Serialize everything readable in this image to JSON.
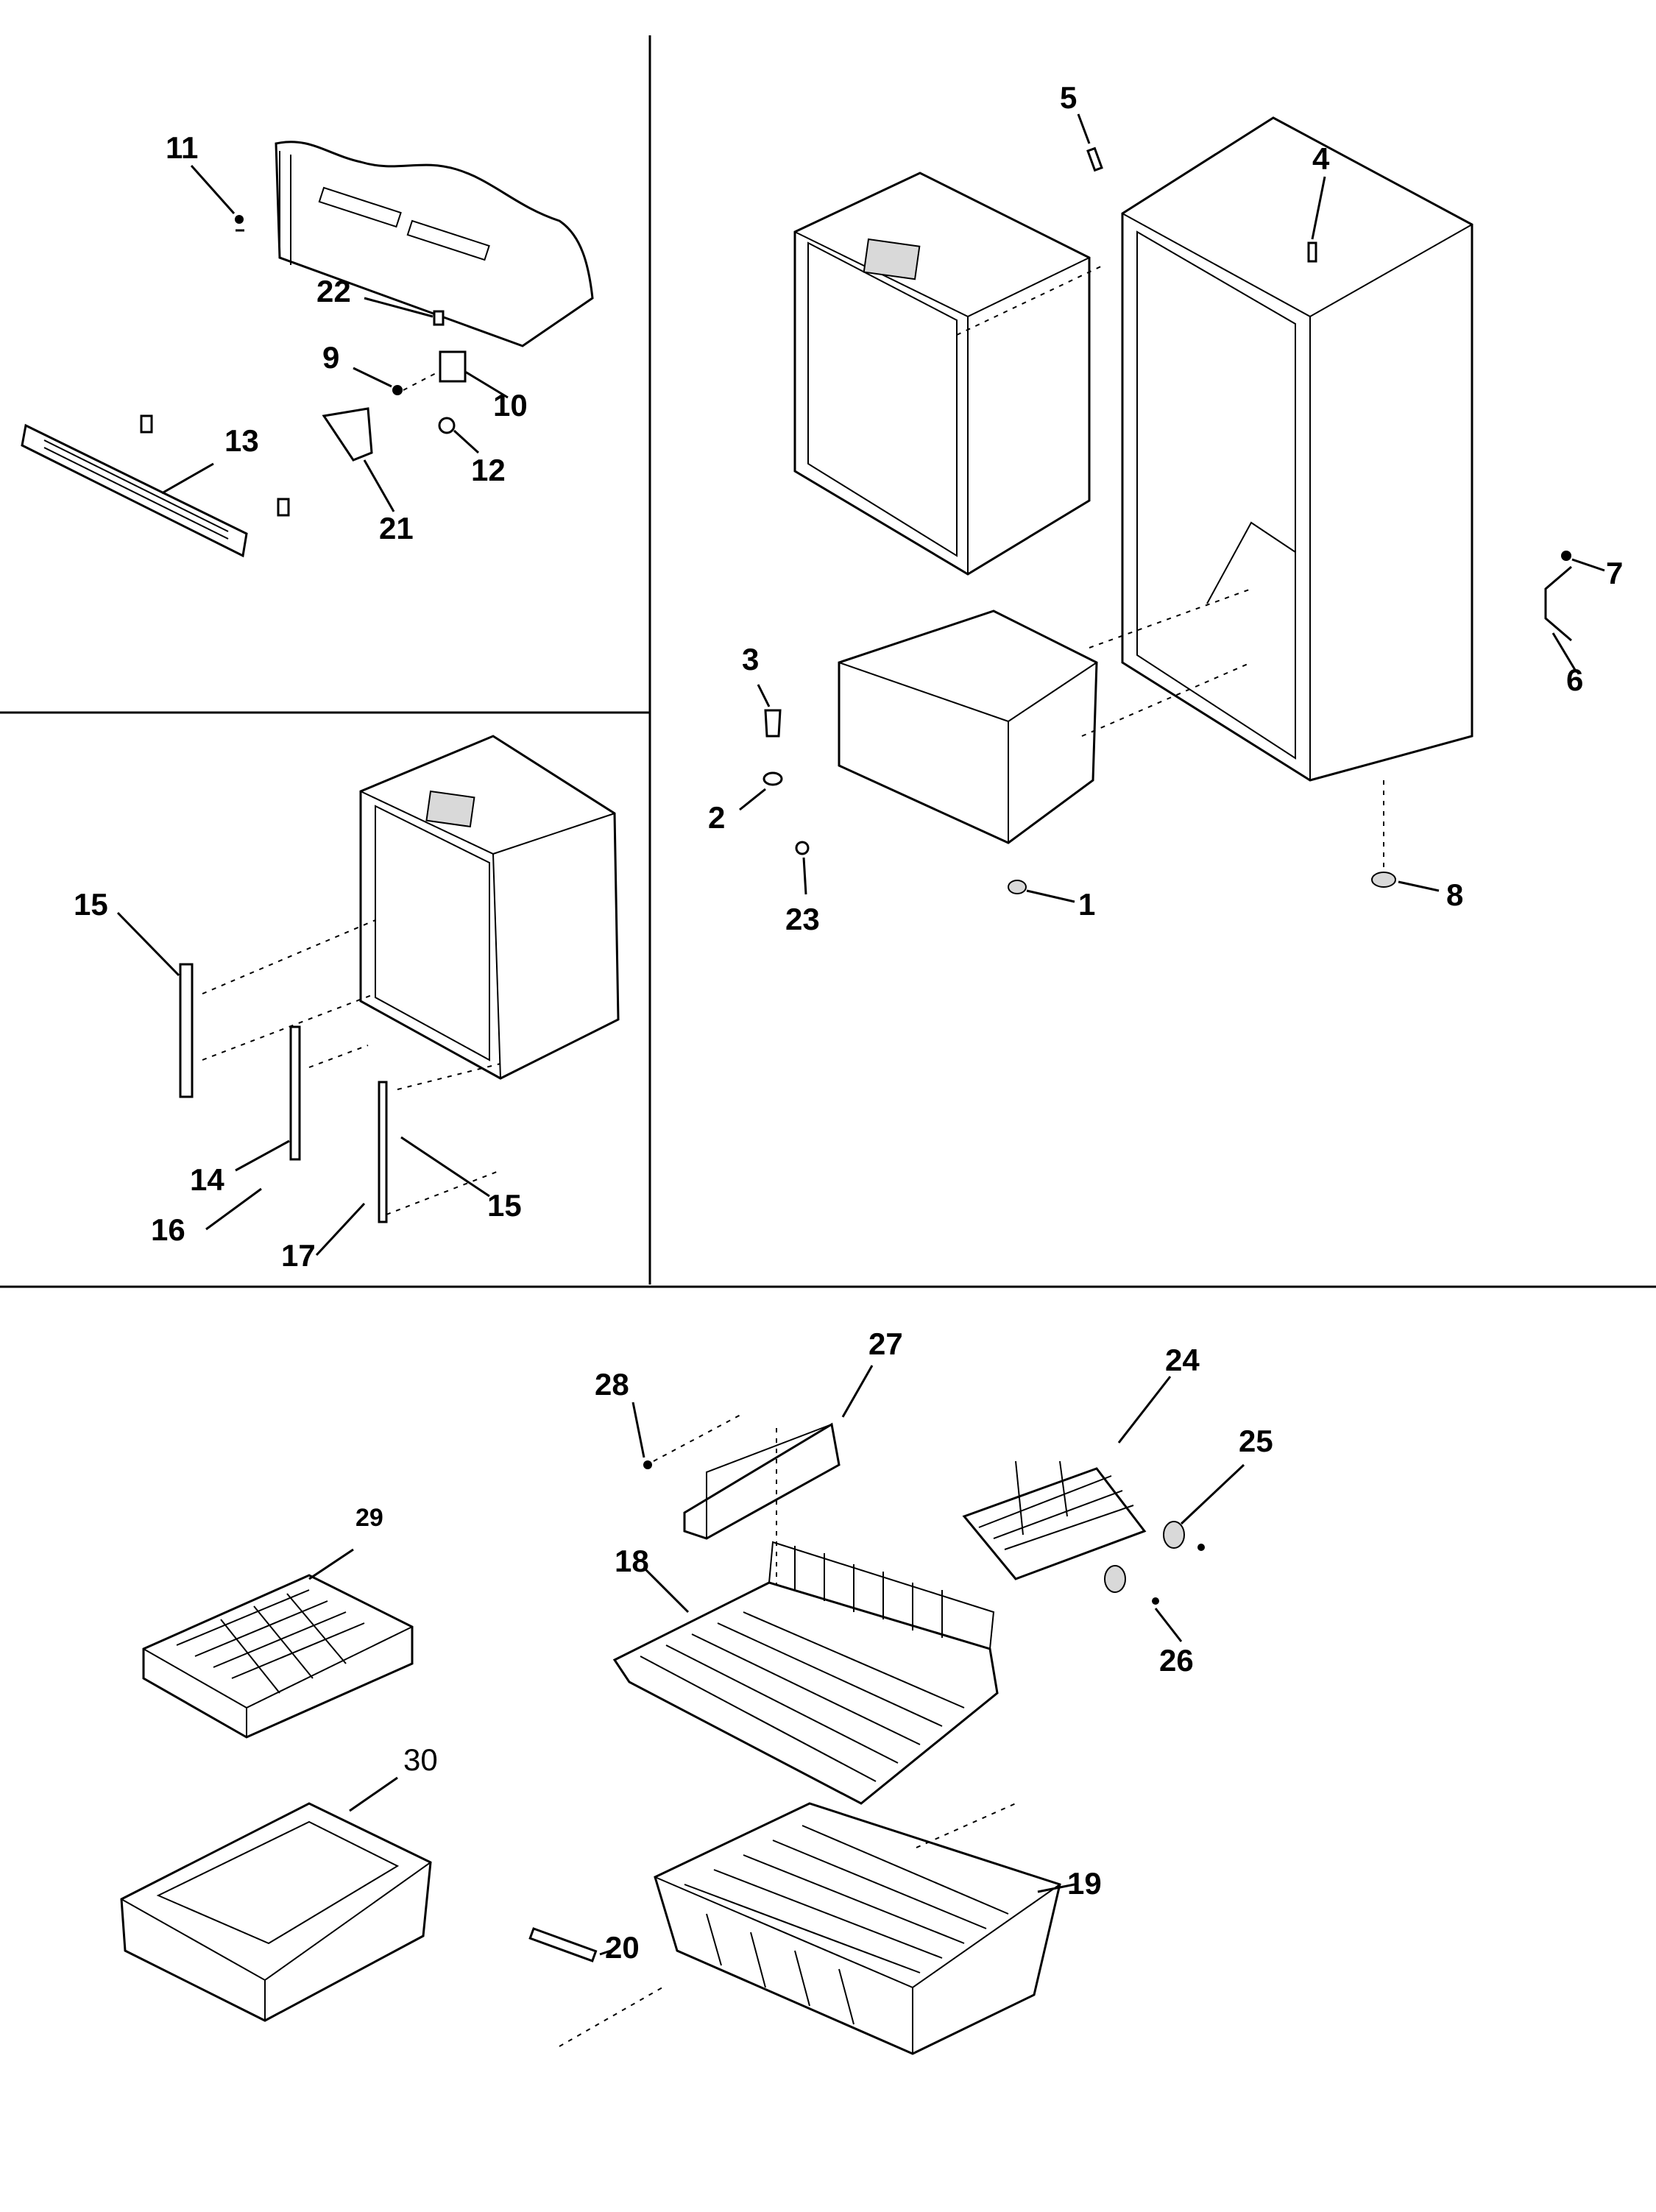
{
  "callouts": {
    "c1": "1",
    "c2": "2",
    "c3": "3",
    "c4": "4",
    "c5": "5",
    "c6": "6",
    "c7": "7",
    "c8": "8",
    "c9": "9",
    "c10": "10",
    "c11": "11",
    "c12": "12",
    "c13": "13",
    "c14": "14",
    "c15a": "15",
    "c15b": "15",
    "c16": "16",
    "c17": "17",
    "c18": "18",
    "c19": "19",
    "c20": "20",
    "c21": "21",
    "c22": "22",
    "c23": "23",
    "c24": "24",
    "c25": "25",
    "c26": "26",
    "c27": "27",
    "c28": "28",
    "c29": "29",
    "c30": "30"
  }
}
